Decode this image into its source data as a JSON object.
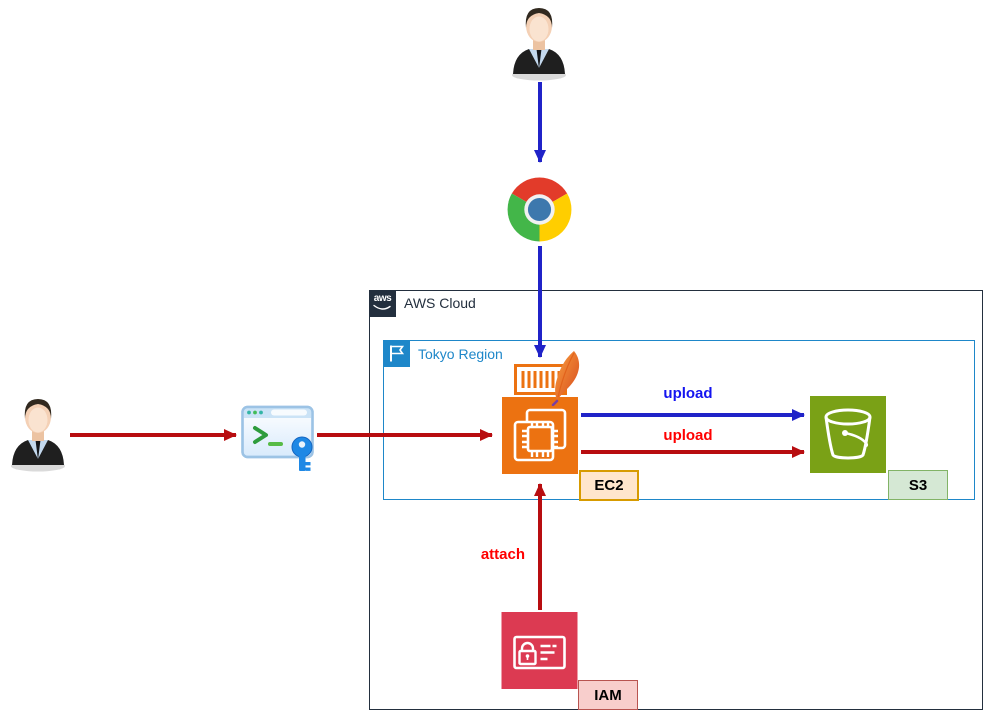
{
  "aws_cloud": {
    "logo_text": "aws",
    "label": "AWS Cloud"
  },
  "region": {
    "label": "Tokyo Region"
  },
  "nodes": {
    "ec2": {
      "label": "EC2"
    },
    "s3": {
      "label": "S3"
    },
    "iam": {
      "label": "IAM"
    }
  },
  "edges": {
    "browser_upload": {
      "label": "upload"
    },
    "server_upload": {
      "label": "upload"
    },
    "attach": {
      "label": "attach"
    }
  },
  "icons": {
    "top_user": "businessman-icon",
    "left_user": "businessman-icon",
    "browser": "chrome-icon",
    "ssh": "terminal-ssh-key-icon",
    "web_server": "apache-web-server-icon",
    "apache": "apache-feather-icon",
    "ec2": "ec2-instance-icon",
    "s3": "s3-bucket-icon",
    "iam": "iam-card-icon",
    "region_flag": "flag-icon",
    "aws_logo": "aws-logo-icon"
  },
  "colors": {
    "aws_dark": "#232F3E",
    "region_blue": "#1E87C9",
    "ec2_orange": "#EC7211",
    "s3_green": "#7AA116",
    "iam_red": "#DC3A52",
    "arrow_blue": "#2023C8",
    "arrow_red": "#B80D10",
    "upload_blue_text": "#1414F0",
    "upload_red_text": "#FF0000",
    "ec2_badge_fill": "#FFE6CC",
    "ec2_badge_border": "#D79B00",
    "s3_badge_fill": "#D5E8D4",
    "s3_badge_border": "#82B366",
    "iam_badge_fill": "#F8CECC",
    "iam_badge_border": "#B85450"
  }
}
